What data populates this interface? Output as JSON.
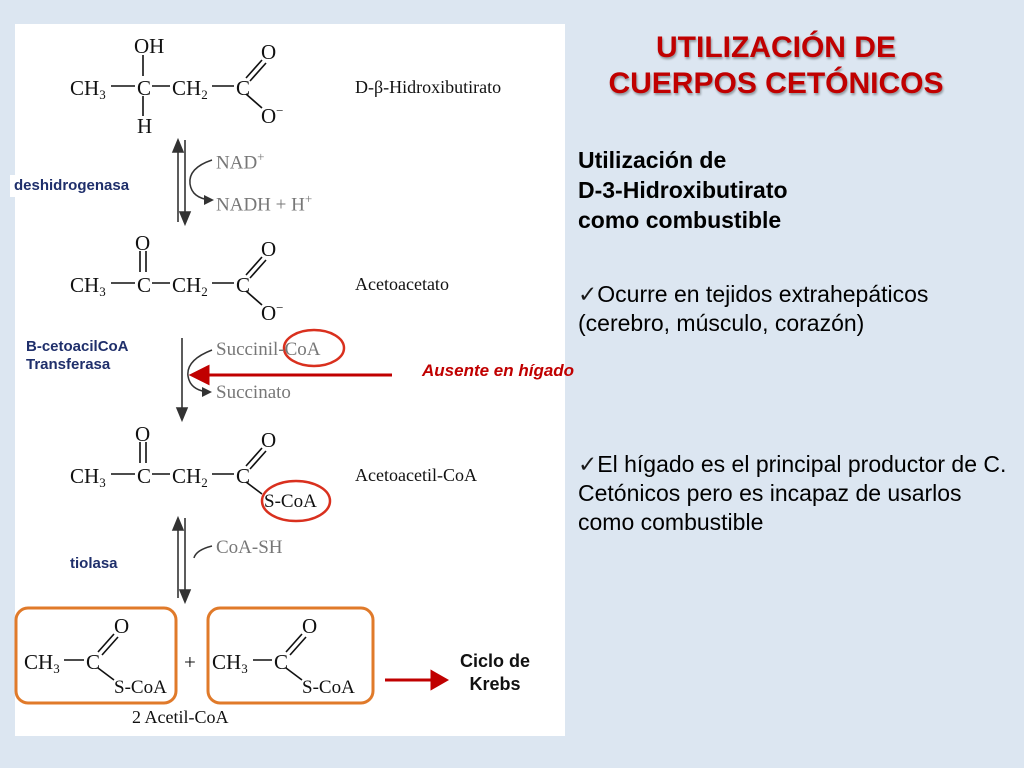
{
  "title": {
    "line1": "UTILIZACIÓN DE",
    "line2": "CUERPOS CETÓNICOS"
  },
  "subtitle": {
    "line1": "Utilización de",
    "line2": "D-3-Hidroxibutirato",
    "line3": "como combustible"
  },
  "bullets": [
    {
      "check": "✓",
      "text": "Ocurre en tejidos extrahepáticos (cerebro, músculo, corazón)"
    },
    {
      "check": "✓",
      "text": "El hígado es el principal productor de C. Cetónicos pero es incapaz de usarlos como combustible"
    }
  ],
  "enzymes": {
    "dehydrogenase": "deshidrogenasa",
    "transferase_line1": "B-cetoacilCoA",
    "transferase_line2": "Transferasa",
    "thiolase": "tiolasa"
  },
  "compounds": {
    "hydroxybutyrate": "D-β-Hidroxibutirato",
    "acetoacetate": "Acetoacetato",
    "acetoacetyl_coa": "Acetoacetil-CoA",
    "acetyl_coa": "2 Acetil-CoA"
  },
  "cofactors": {
    "nad": "NAD",
    "nad_sup": "+",
    "nadh": "NADH + H",
    "nadh_sup": "+",
    "succinyl_coa": "Succinil-CoA",
    "succinate": "Succinato",
    "coash": "CoA-SH"
  },
  "atoms": {
    "oh": "OH",
    "h": "H",
    "o": "O",
    "o_minus": "O",
    "minus": "−",
    "ch3": "CH",
    "three": "3",
    "c": "C",
    "ch2": "CH",
    "two": "2",
    "scoa": "S-CoA",
    "plus": "+"
  },
  "absent_label": "Ausente en hígado",
  "krebs": {
    "line1": "Ciclo de",
    "line2": "Krebs"
  },
  "colors": {
    "title": "#c00000",
    "enzyme": "#1f2f6b",
    "highlight_circle": "#d9301e",
    "acetyl_box": "#e07a2a",
    "background": "#dce6f1"
  }
}
